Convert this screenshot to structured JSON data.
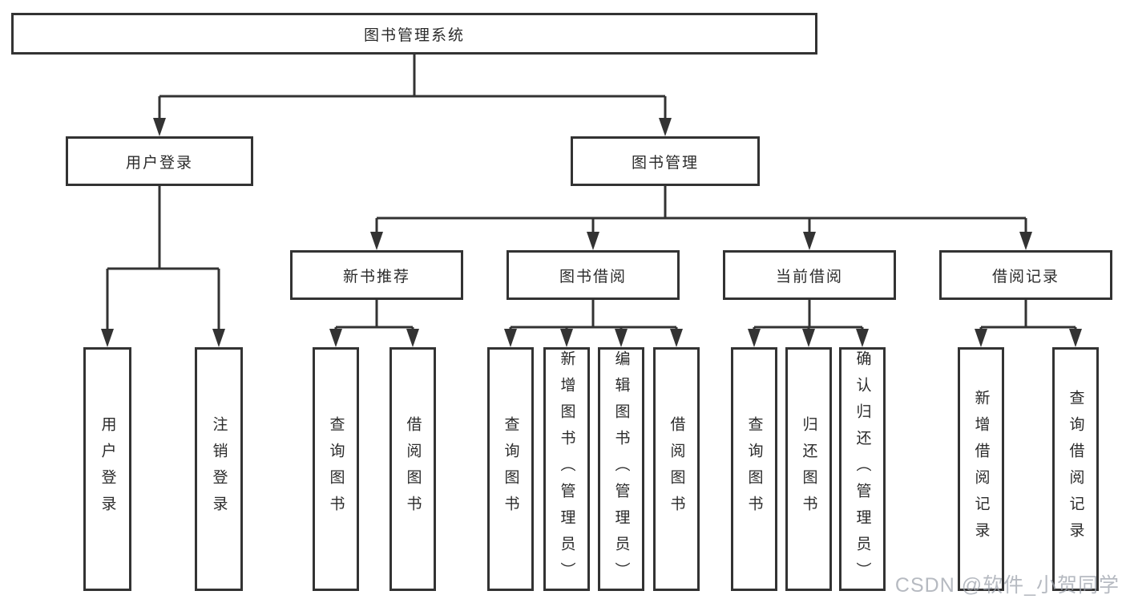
{
  "colors": {
    "line": "#333333",
    "box_border": "#333333",
    "box_fill": "#ffffff",
    "text": "#2b2b2b",
    "watermark": "#9ea3ac"
  },
  "tree": {
    "root": {
      "label": "图书管理系统"
    },
    "level2": [
      {
        "label": "用户登录"
      },
      {
        "label": "图书管理"
      }
    ],
    "level3": [
      {
        "label": "新书推荐"
      },
      {
        "label": "图书借阅"
      },
      {
        "label": "当前借阅"
      },
      {
        "label": "借阅记录"
      }
    ],
    "leaves": {
      "user_login": [
        {
          "label": "用户登录"
        },
        {
          "label": "注销登录"
        }
      ],
      "new_book": [
        {
          "label": "查询图书"
        },
        {
          "label": "借阅图书"
        }
      ],
      "book_borrow": [
        {
          "label": "查询图书"
        },
        {
          "label": "新增图书（管理员）"
        },
        {
          "label": "编辑图书（管理员）"
        },
        {
          "label": "借阅图书"
        }
      ],
      "current_borrow": [
        {
          "label": "查询图书"
        },
        {
          "label": "归还图书"
        },
        {
          "label": "确认归还（管理员）"
        }
      ],
      "borrow_records": [
        {
          "label": "新增借阅记录"
        },
        {
          "label": "查询借阅记录"
        }
      ]
    }
  },
  "watermark": {
    "text": "CSDN @软件_小贺同学"
  }
}
